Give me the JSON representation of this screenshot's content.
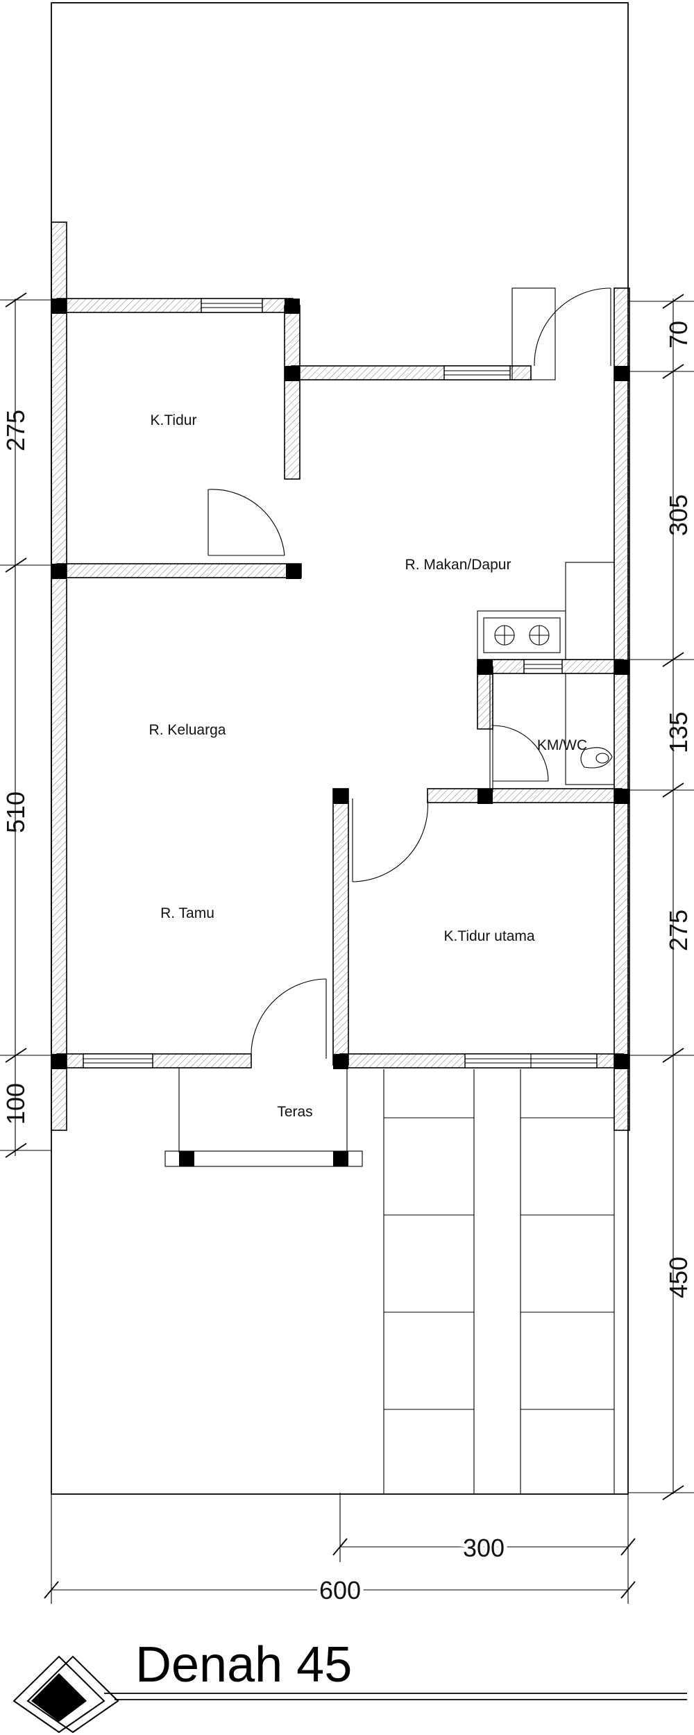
{
  "title": "Denah 45",
  "rooms": {
    "k_tidur": "K.Tidur",
    "r_makan_dapur": "R. Makan/Dapur",
    "r_keluarga": "R. Keluarga",
    "km_wc": "KM/WC",
    "r_tamu": "R. Tamu",
    "k_tidur_utama": "K.Tidur utama",
    "teras": "Teras"
  },
  "dimensions": {
    "left": [
      "275",
      "510",
      "100"
    ],
    "right": [
      "70",
      "305",
      "135",
      "275",
      "450"
    ],
    "bottom_partial": "300",
    "bottom_total": "600"
  },
  "colors": {
    "line": "#000000",
    "background": "#ffffff"
  }
}
